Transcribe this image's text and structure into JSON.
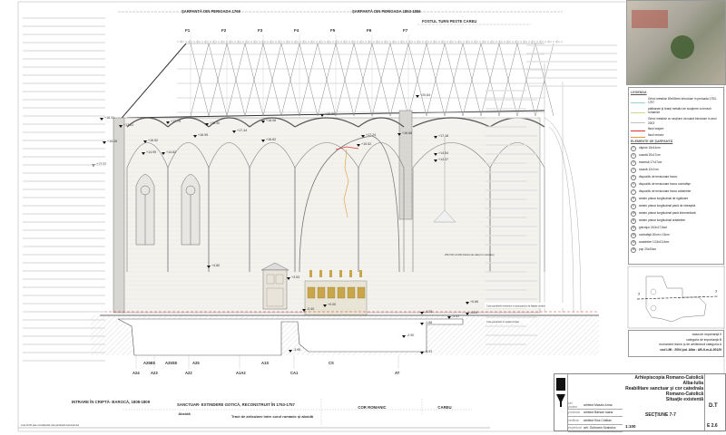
{
  "header": {
    "roof_1769": "ŞARPANTĂ DIN PERIOADA 1769",
    "roof_1853": "ŞARPANTĂ DIN PERIOADA 1853-1856",
    "former_tower": "FOSTUL TURN PESTE CAREU",
    "axes_top": [
      "F1",
      "F2",
      "F3",
      "F4",
      "F5",
      "F6",
      "F7"
    ]
  },
  "levels": [
    "+18.31",
    "+17.61",
    "+17.79",
    "+15.30",
    "+17.44",
    "+18.08",
    "+19.00",
    "+20.84",
    "+15.26",
    "+13.52",
    "+14.99",
    "+14.82",
    "+16.52",
    "+16.95",
    "+16.62",
    "+15.52",
    "+17.24",
    "+16.68",
    "+17.18",
    "+14.54",
    "+14.37",
    "+4.80",
    "+3.53",
    "+0.00",
    "-0.40",
    "-0.76",
    "-1.47",
    "-1.68",
    "-2.90",
    "-3.95",
    "-3.93",
    "+0.66",
    "-0.04"
  ],
  "annotations": {
    "level_note": "250,720=+0,000 (Nivelul de raliere în orientare)",
    "floor_note": "Cota pardoselii existente a sanctuarului la fațada vestică",
    "crypt_note": "Cota pardoselii în spațiul criptei"
  },
  "axes_bottom_upper": [
    "A25EE",
    "A25SE",
    "A25",
    "A1S",
    "CS"
  ],
  "axes_bottom_lower": [
    "A24",
    "A23",
    "A22",
    "A1A2",
    "CA1",
    "AT"
  ],
  "zones": {
    "crypt": "INTRARE ÎN CRIPTĂ- BAROCĂ, 1808-1809",
    "sanctuary": "SANCTUAR- EXTINDERE GOTICĂ, RECONSTRUIT ÎN 1753-1757",
    "romanic_choir": "COR ROMANIC",
    "crossing": "CAREU",
    "apse": "Absidă",
    "transition": "Tract de articulare între corul romanic şi absidă"
  },
  "legend": {
    "title": "LEGENDA",
    "items": [
      {
        "label": "Grinzi metalice 80x50mm introduse în perioada 1753-1757",
        "color": "#9fd0c8"
      },
      {
        "label": "platbande şi tiranţi metalici de susţinere a nervurii romanice",
        "color": "#c8d88a"
      },
      {
        "label": "Grinzi metalice cu secţiune circulară introduse în anul 2003",
        "color": "#b9c7c0"
      },
      {
        "label": "fisuri majore",
        "color": "#d9332a"
      },
      {
        "label": "fisuri minore",
        "color": "#e39a3a"
      }
    ],
    "elements_title": "ELEMENTE DE ŞARPANTĂ",
    "elements": [
      "căprior 16x14cm",
      "coardă 20x17cm",
      "traversă 17x17cm",
      "moază 12x7cm",
      "dispozitiv de tensionare baroc",
      "dispozitiv de tensionare baroc contrafişe",
      "dispozitiv de tensionare baroc arbaletrier",
      "sistem planar longitudinal de rigidizare",
      "sistem planar longitudinal pană de streaşină",
      "sistem planar longitudinal pană intermediară",
      "sistem planar longitudinal arbaletrier",
      "grinzişor 26,5x17,5cm",
      "contrafişă 20cm x 15cm",
      "arcaletrier 13,5x13,5cm",
      "pop 20x20cm"
    ]
  },
  "section_marker": "7",
  "classification": {
    "l1": "clasa de importanţă II",
    "l2": "categoria de importanţă B",
    "l3": "monument istoric şi de arhitectură categoria A",
    "l4": "cod LMI : 2004 jud. Alba : AB-II-m-A-00129"
  },
  "title_block": {
    "client": "Arhiepiscopia Romano-Catolică Alba-Iulia",
    "project": "Reabilitare sanctuar şi cor catedrala Romano-Catolică",
    "drawing": "Situaţie existentă",
    "sheet_title": "SECŢIUNE 7-7",
    "scale": "1:100",
    "phase": "D.T",
    "sheet_no": "E 2.6",
    "people": [
      "arhitect Maszlo Anna",
      "arhitect Bărsan Ioana",
      "arhitect Kiss Cristian",
      "arh. Gutmann Szabolcs"
    ],
    "roles": [
      "şef proiect",
      "proiectat",
      "verificat",
      "expertizat"
    ]
  },
  "footnote": "cota ±0.00 este considerată cota pardoselii sanctuarului"
}
